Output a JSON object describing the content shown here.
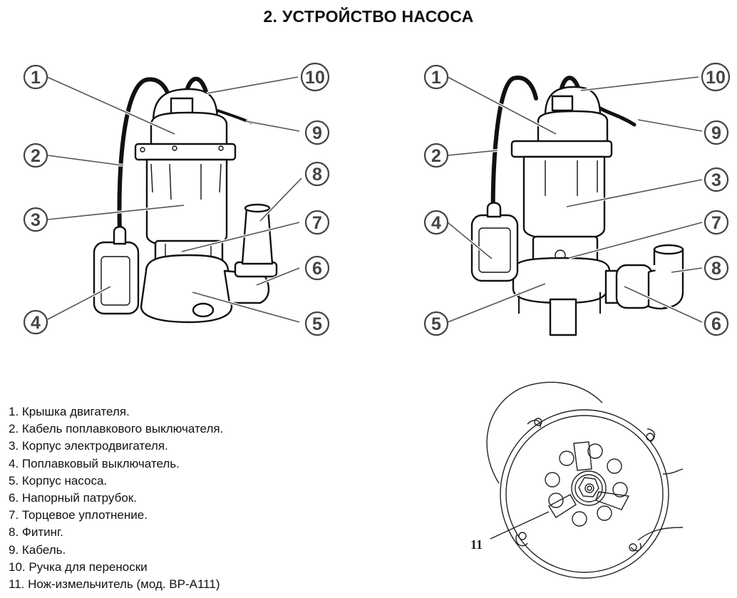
{
  "title": "2.  УСТРОЙСТВО НАСОСА",
  "figures": {
    "left_pump": {
      "callouts": [
        "1",
        "2",
        "3",
        "4",
        "5",
        "6",
        "7",
        "8",
        "9",
        "10"
      ]
    },
    "right_pump": {
      "callouts": [
        "1",
        "2",
        "3",
        "4",
        "5",
        "6",
        "7",
        "8",
        "9",
        "10"
      ]
    },
    "impeller_detail": {
      "callout": "11"
    }
  },
  "legend": [
    "1. Крышка двигателя.",
    "2. Кабель поплавкового выключателя.",
    "3. Корпус электродвигателя.",
    "4. Поплавковый выключатель.",
    "5. Корпус насоса.",
    "6. Напорный патрубок.",
    "7. Торцевое уплотнение.",
    "8. Фитинг.",
    "9. Кабель.",
    "10. Ручка для переноски",
    "11. Нож-измельчитель (мод. BP-A111)"
  ]
}
